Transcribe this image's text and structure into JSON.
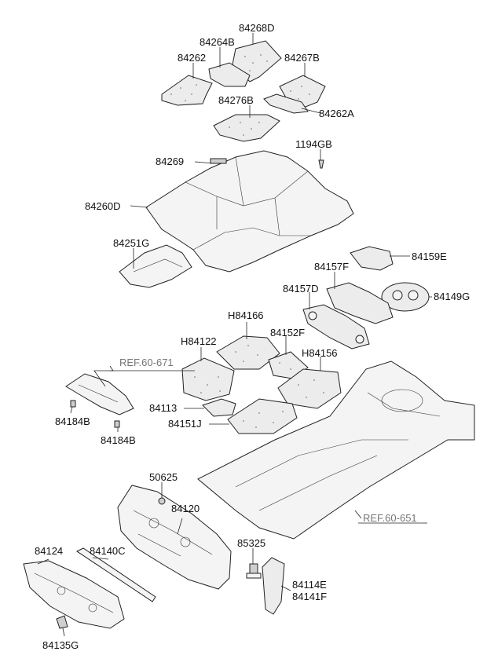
{
  "part_labels": {
    "p84268D": "84268D",
    "p84264B": "84264B",
    "p84262": "84262",
    "p84267B": "84267B",
    "p84276B": "84276B",
    "p84262A": "84262A",
    "p84269": "84269",
    "p1194GB": "1194GB",
    "p84260D": "84260D",
    "p84251G": "84251G",
    "p84159E": "84159E",
    "p84157F": "84157F",
    "p84157D": "84157D",
    "p84149G": "84149G",
    "pH84166": "H84166",
    "pH84122": "H84122",
    "p84152F": "84152F",
    "pH84156": "H84156",
    "p84184B_1": "84184B",
    "p84184B_2": "84184B",
    "p84113": "84113",
    "p84151J": "84151J",
    "p50625": "50625",
    "p84120": "84120",
    "p84124": "84124",
    "p84140C": "84140C",
    "p85325": "85325",
    "p84114E": "84114E",
    "p84141F": "84141F",
    "p84135G": "84135G"
  },
  "references": {
    "ref_671": "REF.60-671",
    "ref_651": "REF.60-651"
  },
  "colors": {
    "line": "#222222",
    "reference_text": "#777777",
    "part_fill": "#f4f4f4"
  }
}
